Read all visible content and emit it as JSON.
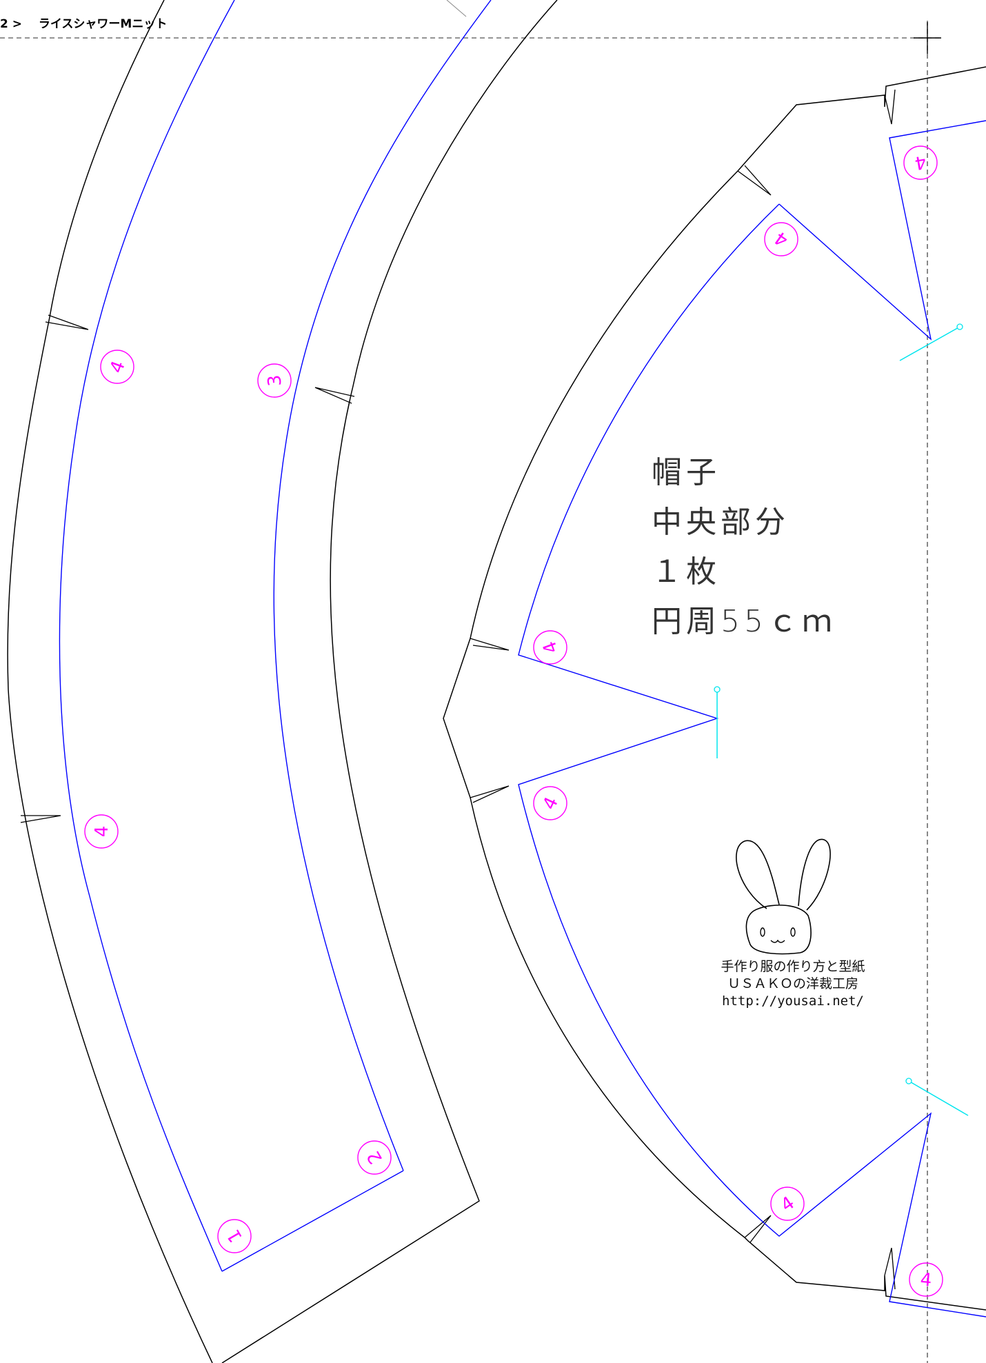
{
  "header": {
    "page_number": "2 >",
    "title": "ライスシャワーMニット"
  },
  "piece": {
    "line1": "帽子",
    "line2": "中央部分",
    "line3": "１枚",
    "line4": "円周55ｃｍ"
  },
  "brand": {
    "line1": "手作り服の作り方と型紙",
    "line2": "ＵＳＡＫＯの洋裁工房",
    "url": "http://yousai.net/"
  },
  "seam_labels": {
    "n1": "1",
    "n2": "2",
    "n3": "3",
    "n4": "4"
  },
  "colors": {
    "cut_line": "#000000",
    "seam_line": "#0000ff",
    "number_marks": "#ff00ff",
    "grain_marks": "#00e5ee",
    "fold_line": "#555555"
  }
}
